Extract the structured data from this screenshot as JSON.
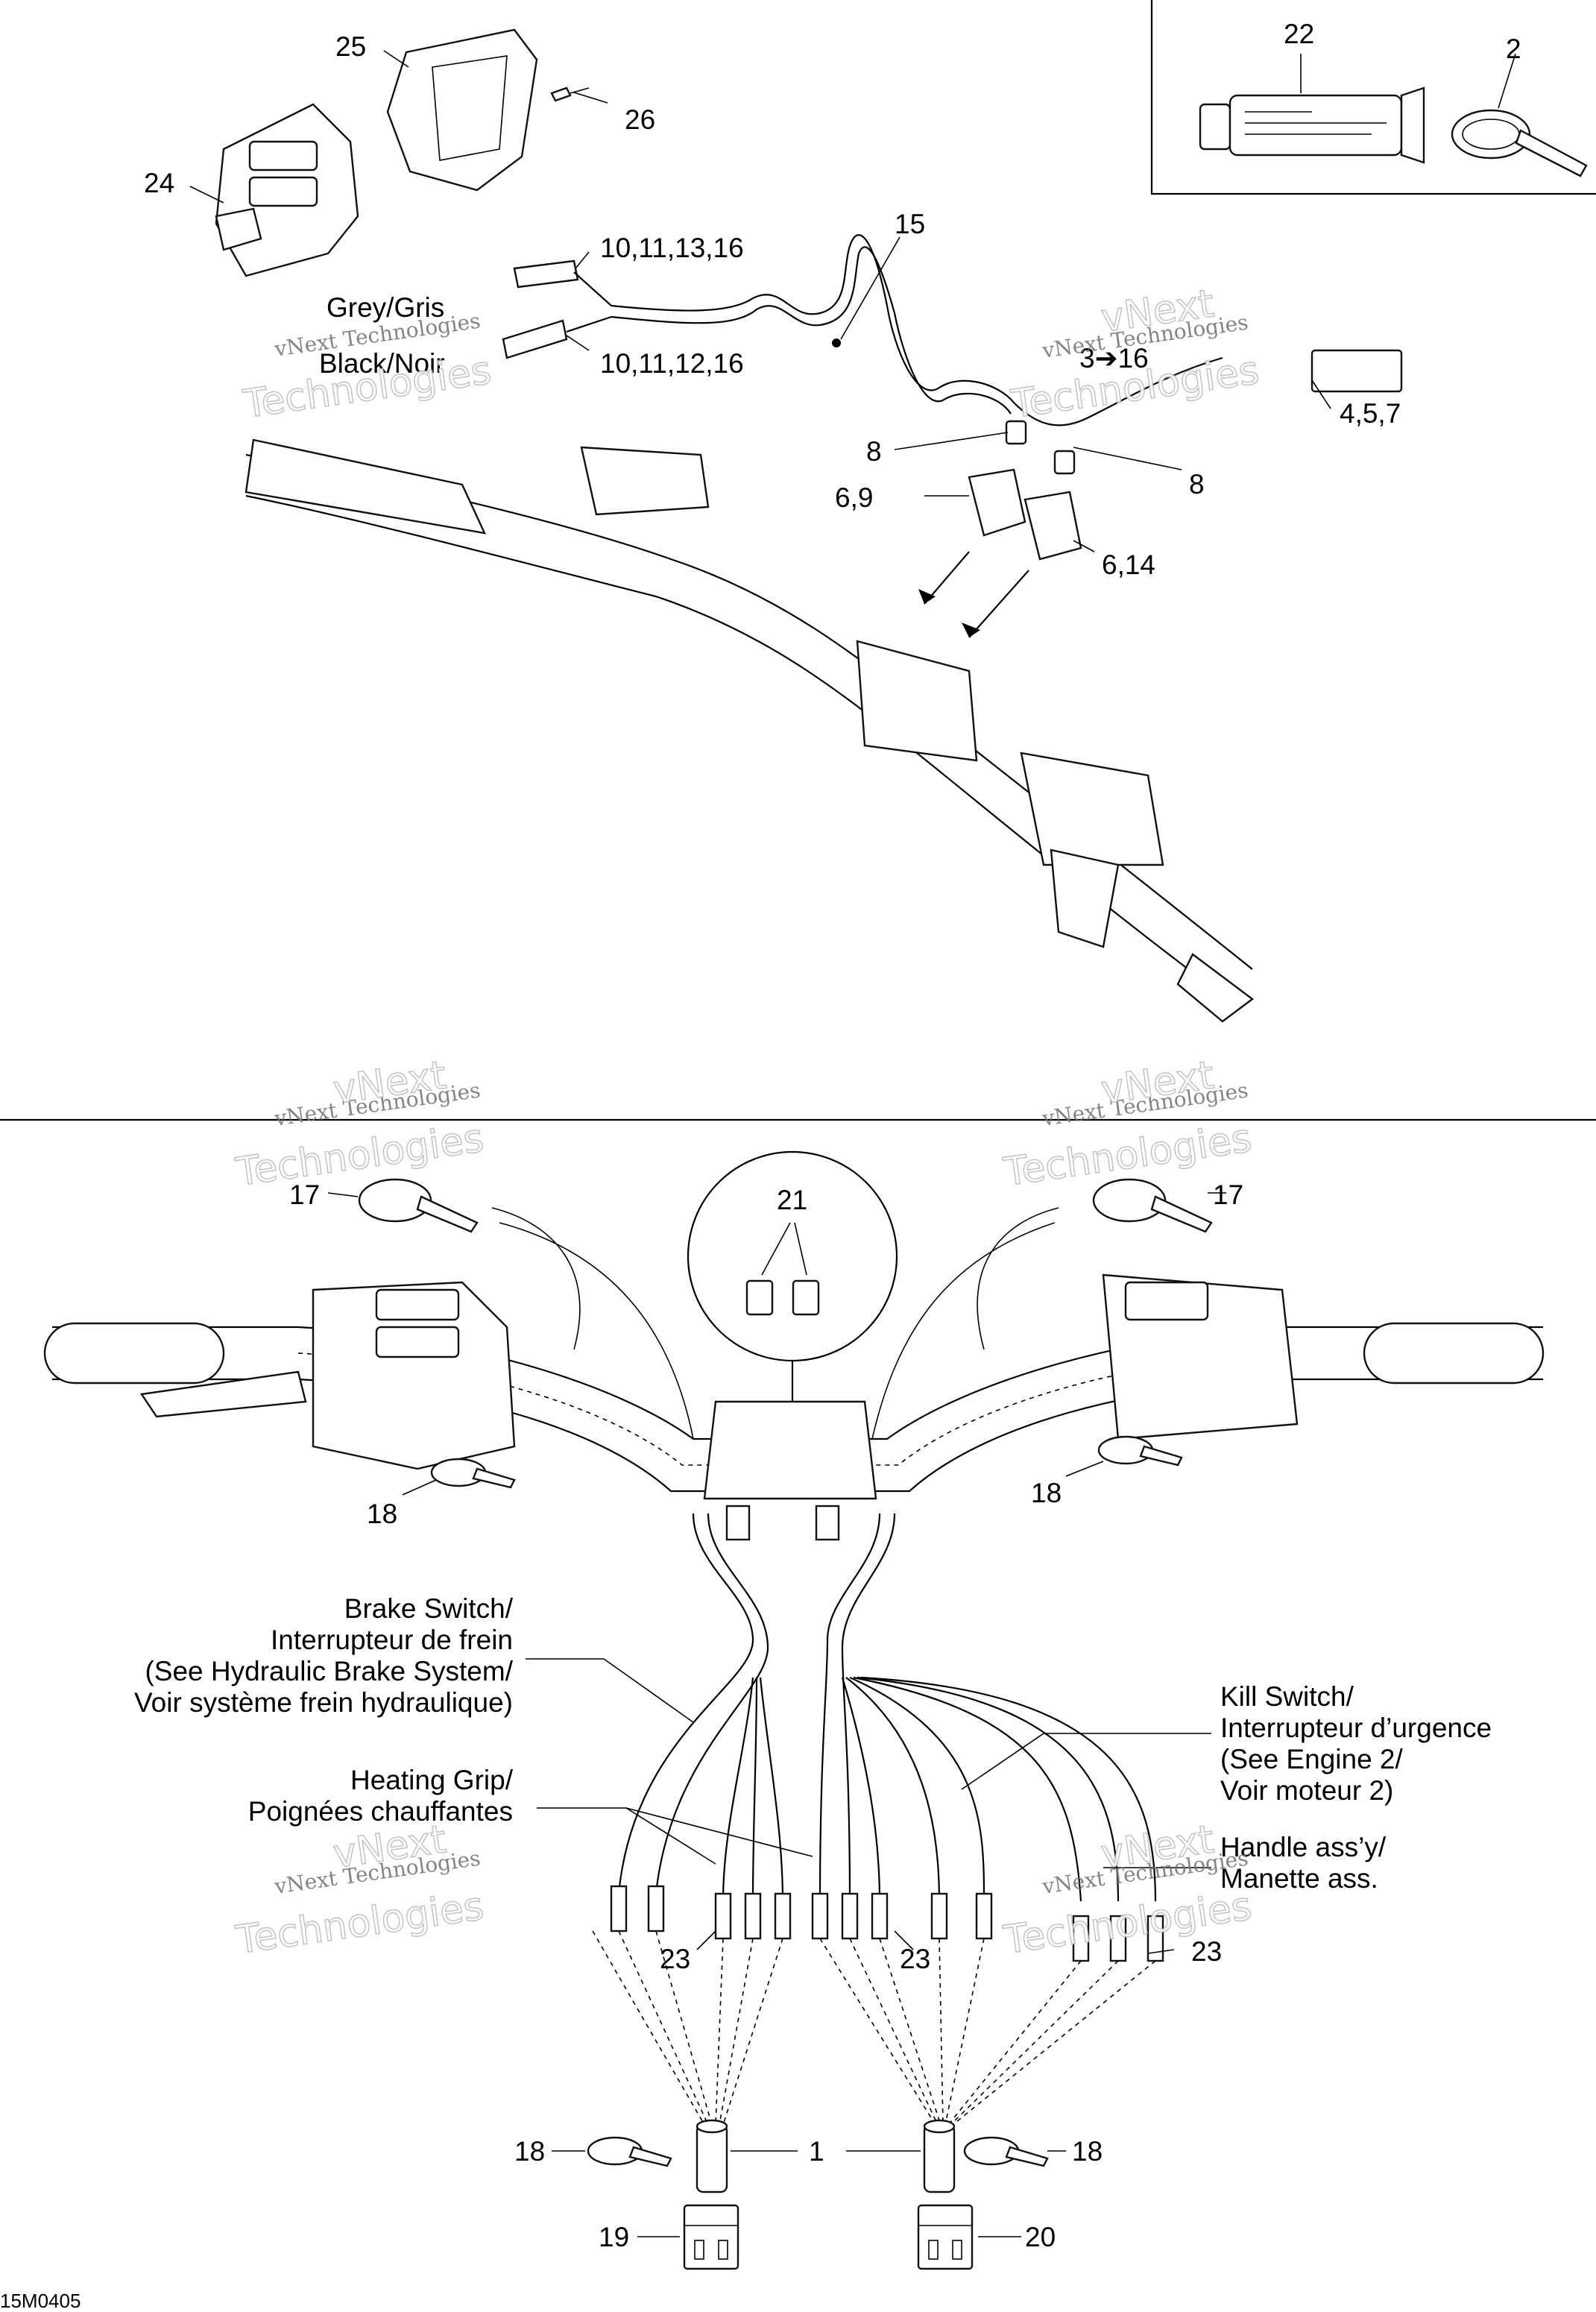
{
  "callouts": {
    "c25": "25",
    "c26": "26",
    "c24": "24",
    "c22": "22",
    "c2": "2",
    "c15": "15",
    "c10_11_13_16": "10,11,13,16",
    "c10_11_12_16": "10,11,12,16",
    "c3_16": "3➔16",
    "c4_5_7": "4,5,7",
    "c8a": "8",
    "c8b": "8",
    "c6_9": "6,9",
    "c6_14": "6,14",
    "c21": "21",
    "c17a": "17",
    "c17b": "17",
    "c18a": "18",
    "c18b": "18",
    "c18c": "18",
    "c18d": "18",
    "c23a": "23",
    "c23b": "23",
    "c23c": "23",
    "c1": "1",
    "c19": "19",
    "c20": "20"
  },
  "wire_labels": {
    "grey": "Grey/Gris",
    "black": "Black/Noir"
  },
  "annotations": {
    "brake": [
      "Brake Switch/",
      "Interrupteur de frein",
      "(See Hydraulic Brake System/",
      "Voir système frein hydraulique)"
    ],
    "heating": [
      "Heating Grip/",
      "Poignées chauffantes"
    ],
    "kill": [
      "Kill Switch/",
      "Interrupteur d’urgence",
      "(See Engine 2/",
      "Voir moteur 2)"
    ],
    "handle": [
      "Handle ass’y/",
      "Manette ass."
    ]
  },
  "watermark": {
    "line1": "vNext Technologies",
    "line2a": "vNext",
    "line2b": "Technologies"
  },
  "figure_code": "15M0405"
}
